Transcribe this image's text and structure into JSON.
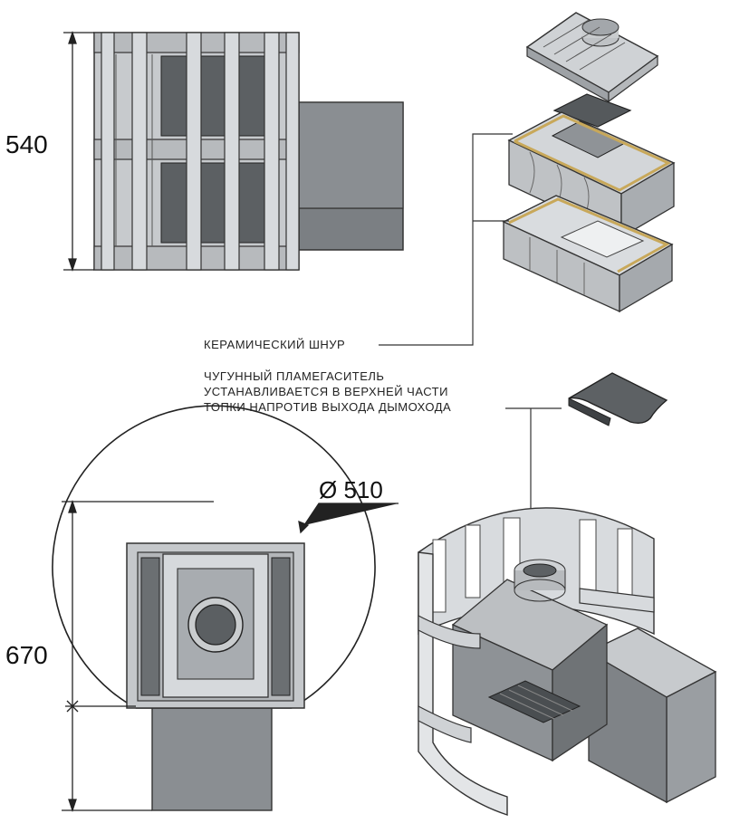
{
  "dimensions": {
    "height_top": "540",
    "height_bottom": "670",
    "diameter": "Ø 510"
  },
  "labels": {
    "ceramic_cord": "КЕРАМИЧЕСКИЙ ШНУР",
    "flame_arrester_line1": "ЧУГУННЫЙ ПЛАМЕГАСИТЕЛЬ",
    "flame_arrester_line2": "УСТАНАВЛИВАЕТСЯ В ВЕРХНЕЙ ЧАСТИ",
    "flame_arrester_line3": "ТОПКИ НАПРОТИВ ВЫХОДА ДЫМОХОДА"
  },
  "colors": {
    "metal_light": "#d9dcdf",
    "metal_mid": "#a9adb1",
    "metal_dark": "#5f6366",
    "cord": "#c8a85a"
  }
}
